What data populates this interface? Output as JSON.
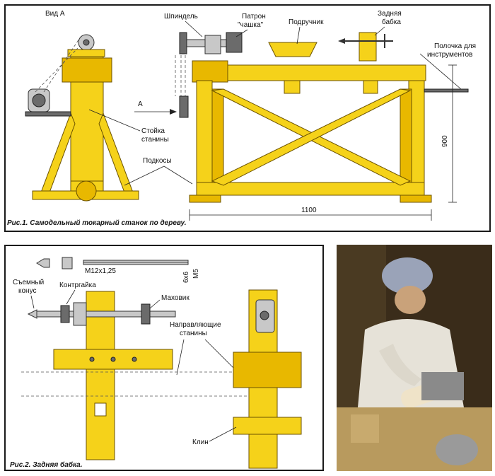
{
  "fig1": {
    "view_label": "Вид А",
    "arrow_label": "А",
    "caption": "Рис.1. Самодельный токарный станок по дереву.",
    "labels": {
      "spindle": "Шпиндель",
      "chuck_line1": "Патрон",
      "chuck_line2": "\"чашка\"",
      "tool_rest": "Подручник",
      "tailstock_line1": "Задняя",
      "tailstock_line2": "бабка",
      "shelf_line1": "Полочка для",
      "shelf_line2": "инструментов",
      "frame_post_line1": "Стойка",
      "frame_post_line2": "станины",
      "braces": "Подкосы"
    },
    "dimensions": {
      "height": "900",
      "length": "1100"
    }
  },
  "fig2": {
    "caption": "Рис.2. Задняя бабка.",
    "labels": {
      "thread": "M12x1,25",
      "dim1": "6x6",
      "dim2": "M5",
      "removable_cone_line1": "Съемный",
      "removable_cone_line2": "конус",
      "locknut": "Контргайка",
      "handwheel": "Маховик",
      "guides_line1": "Направляющие",
      "guides_line2": "станины",
      "wedge": "Клин"
    }
  },
  "photo": {
    "description_icon": "photo-man-at-lathe"
  },
  "colors": {
    "wood": "#f5d21a",
    "wood_dark": "#e8b800",
    "metal": "#c8c8c8",
    "border": "#1a1a1a"
  }
}
